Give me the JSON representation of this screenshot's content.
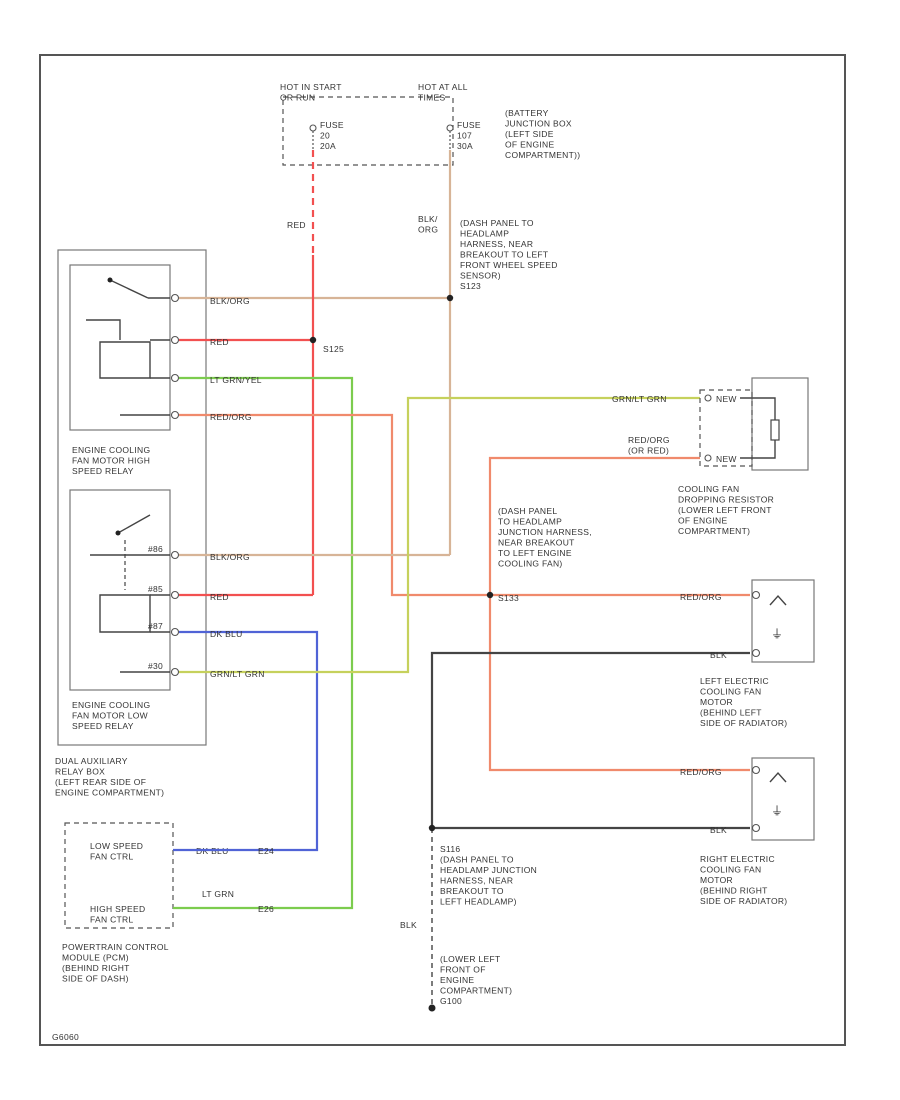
{
  "colors": {
    "red": "#f25050",
    "tan": "#d7b497",
    "green": "#7ccc4e",
    "blue": "#5063d6",
    "yellow_green": "#c6d15c",
    "orange": "#f08a6c",
    "black": "#444444"
  },
  "fuse_box": {
    "hot_start_label": "HOT IN START\nOR RUN",
    "hot_all_label": "HOT AT ALL\nTIMES",
    "fuse_left": "FUSE\n20\n20A",
    "fuse_right": "FUSE\n107\n30A",
    "location": "(BATTERY\nJUNCTION BOX\n(LEFT SIDE\nOF ENGINE\nCOMPARTMENT))"
  },
  "wires": {
    "red": "RED",
    "blk_org": "BLK/\nORG",
    "blk_org_inline": "BLK/ORG",
    "lt_grn_yel": "LT GRN/YEL",
    "red_org": "RED/ORG",
    "dk_blu": "DK BLU",
    "grn_lt_grn": "GRN/LT GRN",
    "blk": "BLK",
    "red_org_dk_blu": "RED/ORG\n(OR RED)",
    "lt_grn": "LT GRN"
  },
  "splices": {
    "s123_desc": "(DASH PANEL TO\nHEADLAMP\nHARNESS, NEAR\nBREAKOUT TO LEFT\nFRONT WHEEL SPEED\nSENSOR)\nS123",
    "s125": "S125",
    "s133_desc": "(DASH PANEL\nTO HEADLAMP\nJUNCTION HARNESS,\nNEAR BREAKOUT\nTO LEFT ENGINE\nCOOLING FAN)",
    "s133": "S133",
    "s116_desc": "S116\n(DASH PANEL TO\nHEADLAMP JUNCTION\nHARNESS, NEAR\nBREAKOUT TO\nLEFT HEADLAMP)",
    "g100_desc": "(LOWER LEFT\nFRONT OF\nENGINE\nCOMPARTMENT)\nG100"
  },
  "relays": {
    "high_speed_label": "ENGINE COOLING\nFAN MOTOR HIGH\nSPEED RELAY",
    "low_speed_label": "ENGINE COOLING\nFAN MOTOR LOW\nSPEED RELAY",
    "aux_box_label": "DUAL AUXILIARY\nRELAY BOX\n(LEFT REAR SIDE OF\nENGINE COMPARTMENT)",
    "low_pins": [
      "#86",
      "#85",
      "#87",
      "#30"
    ]
  },
  "components": {
    "resistor_label": "COOLING FAN\nDROPPING RESISTOR\n(LOWER LEFT FRONT\nOF ENGINE\nCOMPARTMENT)",
    "resistor_pin_top": "NEW",
    "resistor_pin_bottom": "NEW",
    "left_fan_label": "LEFT ELECTRIC\nCOOLING FAN\nMOTOR\n(BEHIND LEFT\nSIDE OF RADIATOR)",
    "right_fan_label": "RIGHT ELECTRIC\nCOOLING FAN\nMOTOR\n(BEHIND RIGHT\nSIDE OF RADIATOR)",
    "pcm_low": "LOW SPEED\nFAN CTRL",
    "pcm_high": "HIGH SPEED\nFAN CTRL",
    "pcm_label": "POWERTRAIN CONTROL\nMODULE (PCM)\n(BEHIND RIGHT\nSIDE OF DASH)",
    "pcm_low_wire": "DK BLU",
    "pcm_high_wire": "LT GRN",
    "pcm_low_pin": "E24",
    "pcm_high_pin": "E26"
  },
  "footer": {
    "code": "G6060"
  }
}
